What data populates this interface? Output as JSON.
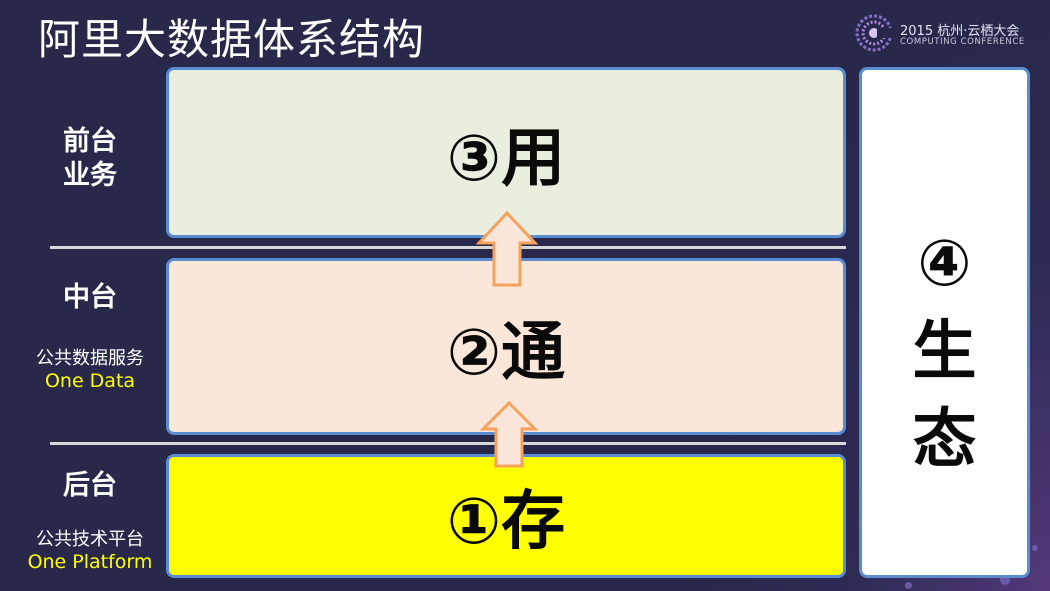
{
  "title": "阿里大数据体系结构",
  "logo": {
    "line1": "2015 杭州·云栖大会",
    "line2": "COMPUTING CONFERENCE",
    "icon": "yunqi-logo-icon"
  },
  "layers": {
    "front": {
      "label_line1": "前台",
      "label_line2": "业务"
    },
    "middle": {
      "label": "中台",
      "sub": "公共数据服务",
      "sub_en": "One Data"
    },
    "back": {
      "label": "后台",
      "sub": "公共技术平台",
      "sub_en": "One Platform"
    }
  },
  "boxes": {
    "use": "③用",
    "tong": "②通",
    "cun": "①存",
    "eco_num": "④",
    "eco_1": "生",
    "eco_2": "态"
  },
  "colors": {
    "background": "#27284a",
    "use_box": "#e9eedf",
    "tong_box": "#fbe6da",
    "cun_box": "#ffff00",
    "eco_box": "#ffffff",
    "border": "#5b8bd0",
    "arrow": "#f5a25d",
    "highlight_text": "#ffff00"
  }
}
